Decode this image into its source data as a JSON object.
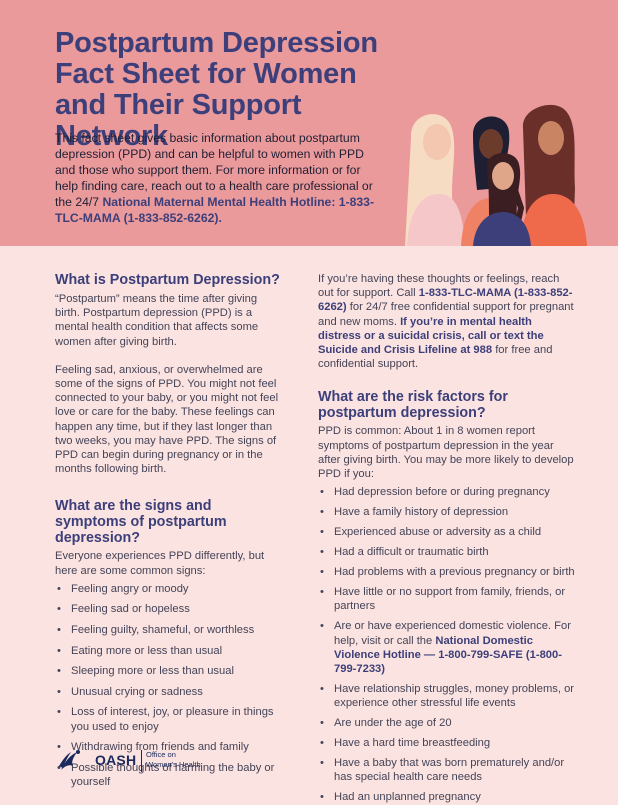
{
  "header": {
    "title": "Postpartum Depression Fact Sheet for Women and Their Support Network",
    "intro_plain": "This fact sheet gives basic information about postpartum depression (PPD) and can be helpful to women with PPD and those who support them. For more information or for help finding care, reach out to a health care professional or the 24/7 ",
    "intro_bold": "National Maternal Mental Health Hotline: 1-833-TLC-MAMA (1-833-852-6262).",
    "colors": {
      "banner": "#eb9a9c",
      "title": "#3c3f7a",
      "page": "#fbe3e1"
    }
  },
  "sections": {
    "what_is": {
      "heading": "What is Postpartum Depression?",
      "p1": "“Postpartum” means the time after giving birth. Postpartum depression (PPD) is a mental health condition that affects some women after giving birth.",
      "p2": "Feeling sad, anxious, or overwhelmed are some of the signs of PPD. You might not feel connected to your baby, or you might not feel love or care for the baby. These feelings can happen any time, but if they last longer than two weeks, you may have PPD. The signs of PPD can begin during pregnancy or in the months following birth."
    },
    "signs": {
      "heading": "What are the signs and symptoms of postpartum depression?",
      "intro": "Everyone experiences PPD differently, but here are some common signs:",
      "items": [
        "Feeling angry or moody",
        "Feeling sad or hopeless",
        "Feeling guilty, shameful, or worthless",
        "Eating more or less than usual",
        "Sleeping more or less than usual",
        "Unusual crying or sadness",
        "Loss of interest, joy, or pleasure in things you used to enjoy",
        "Withdrawing from friends and family",
        "Possible thoughts of harming the baby or yourself"
      ]
    },
    "support": {
      "t1": "If you’re having these thoughts or feelings, reach out for support. Call ",
      "b1": "1-833-TLC-MAMA (1-833-852-6262)",
      "t2": " for 24/7 free confidential support for pregnant and new moms. ",
      "b2": "If you’re in mental health distress or a suicidal crisis, call or text the Suicide and Crisis Lifeline at 988",
      "t3": " for free and confidential support."
    },
    "risk": {
      "heading": "What are the risk factors for postpartum depression?",
      "intro": "PPD is common: About 1 in 8 women report symptoms of postpartum depression in the year after giving birth. You may be more likely to develop PPD if you:",
      "items_a": [
        "Had depression before or during pregnancy",
        "Have a family history of depression",
        "Experienced abuse or adversity as a child",
        "Had a difficult or traumatic birth",
        "Had problems with a previous pregnancy or birth",
        "Have little or no support from family, friends, or partners"
      ],
      "dv_text": "Are or have experienced domestic violence. For help, visit or call the ",
      "dv_bold": "National Domestic Violence Hotline — 1-800-799-SAFE (1-800-799-7233)",
      "items_b": [
        "Have relationship struggles, money problems, or experience other stressful life events",
        "Are under the age of 20",
        "Have a hard time breastfeeding",
        "Have a baby that was born prematurely and/or has special health care needs",
        "Had an unplanned pregnancy"
      ]
    }
  },
  "footer": {
    "logo_text": "OASH",
    "office_line1": "Office on",
    "office_line2": "Women's Health",
    "icon": "hhs-eagle-icon"
  }
}
